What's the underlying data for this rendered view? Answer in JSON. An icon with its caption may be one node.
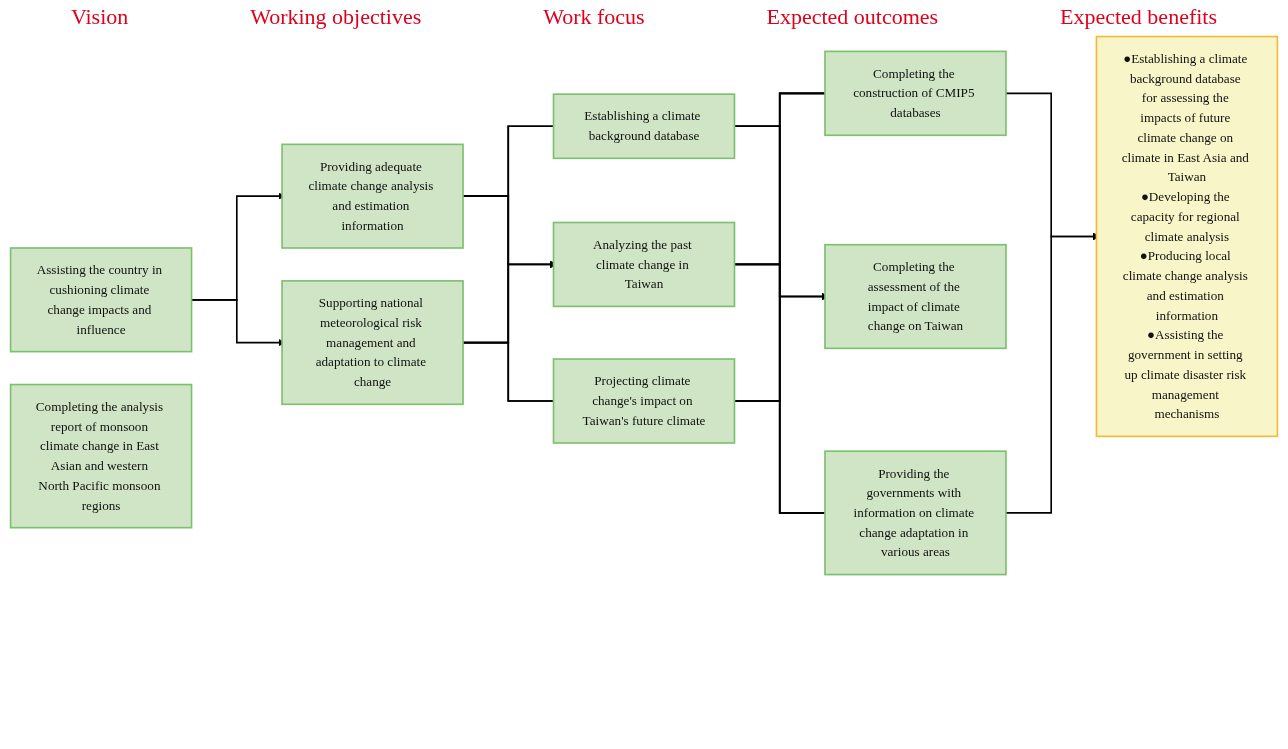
{
  "diagram": {
    "nodes": [
      {
        "text": [
          "Assisting the country in cushioning climate change impacts and influence"
        ]
      },
      {
        "text": [
          "Providing adequate climate change analysis and estimation information"
        ]
      },
      {
        "text": [
          "Supporting national meteorological risk management and adaptation to climate change"
        ]
      },
      {
        "text": [
          "Establishing a climate background database"
        ]
      },
      {
        "text": [
          "Analyzing the past climate change in Taiwan"
        ]
      },
      {
        "text": [
          "Projecting climate change's impact on Taiwan's future climate"
        ]
      },
      {
        "text": [
          "Completing the construction of CMIP5 databases"
        ]
      },
      {
        "text": [
          "Completing the analysis report of monsoon climate change in East Asian and western North Pacific monsoon regions"
        ]
      },
      {
        "text": [
          "Completing the assessment of the impact of climate change on Taiwan"
        ]
      },
      {
        "text": [
          "Providing the governments with information on climate change adaptation in various areas"
        ]
      },
      {
        "text": [
          "●Establishing a climate background database for assessing the impacts of future climate change on climate in East Asia and Taiwan",
          "●Developing the capacity for regional climate analysis",
          "●Producing local climate change analysis and estimation information",
          "●Assisting the government in setting up climate disaster risk management mechanisms"
        ]
      }
    ],
    "edges": [
      {
        "from": 0,
        "to": 1,
        "arrow": "to"
      },
      {
        "from": 0,
        "to": 2,
        "arrow": "to"
      },
      {
        "from": 1,
        "to": 3,
        "arrow": "none"
      },
      {
        "from": 1,
        "to": 4,
        "arrow": "to"
      },
      {
        "from": 1,
        "to": 5,
        "arrow": "none"
      },
      {
        "from": 2,
        "to": 3,
        "arrow": "none"
      },
      {
        "from": 2,
        "to": 4,
        "arrow": "to"
      },
      {
        "from": 2,
        "to": 5,
        "arrow": "none"
      },
      {
        "from": 3,
        "to": 6,
        "arrow": "none"
      },
      {
        "from": 3,
        "to": 8,
        "arrow": "to"
      },
      {
        "from": 3,
        "to": 9,
        "arrow": "none"
      },
      {
        "from": 4,
        "to": 6,
        "arrow": "none"
      },
      {
        "from": 4,
        "to": 8,
        "arrow": "to"
      },
      {
        "from": 4,
        "to": 9,
        "arrow": "none"
      },
      {
        "from": 5,
        "to": 6,
        "arrow": "none"
      },
      {
        "from": 5,
        "to": 8,
        "arrow": "to"
      },
      {
        "from": 5,
        "to": 9,
        "arrow": "none"
      },
      {
        "from": 6,
        "to": 10,
        "arrow": "to"
      },
      {
        "from": 9,
        "to": 10,
        "arrow": "to"
      }
    ],
    "labels": [
      "Vision",
      "Working objectives",
      "Work focus",
      "Expected outcomes",
      "Expected benefits"
    ]
  }
}
